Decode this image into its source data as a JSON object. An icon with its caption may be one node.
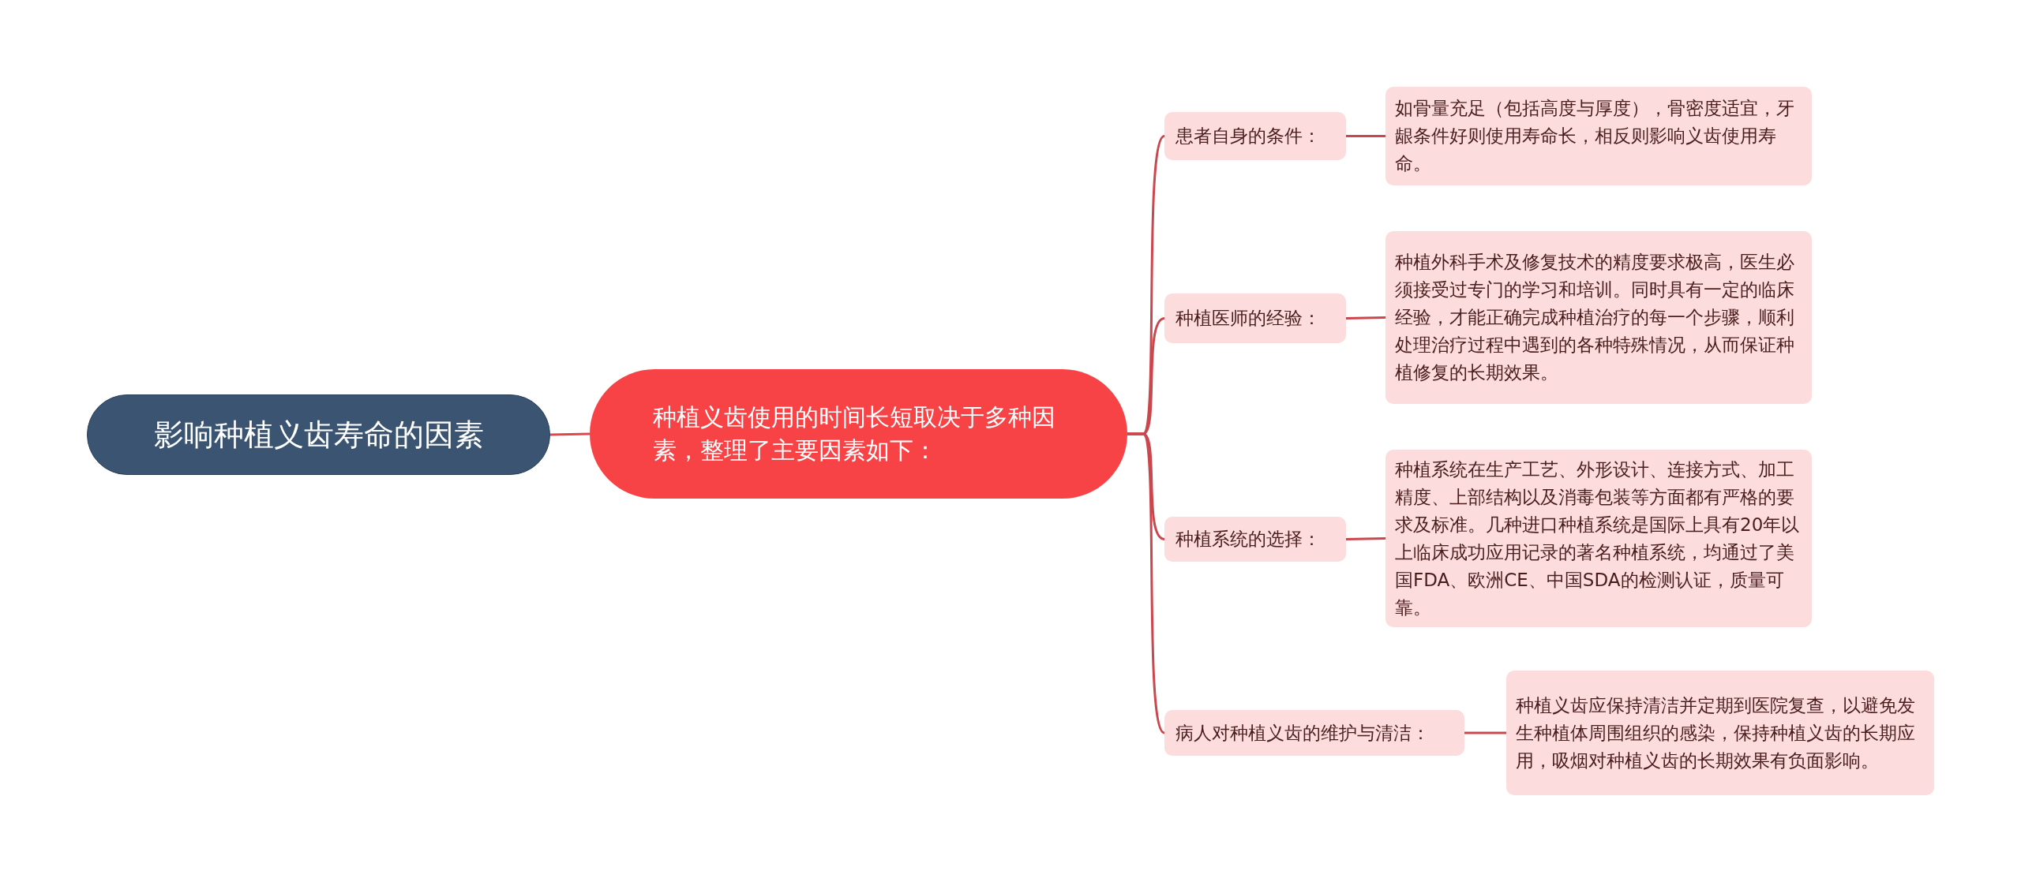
{
  "diagram": {
    "nodes": [
      {
        "text": [
          "影响种植义齿寿命的因素"
        ]
      },
      {
        "text": [
          "种植义齿使用的时间长短取决于多种因素，整理了主要因素如下："
        ]
      },
      {
        "text": [
          "患者自身的条件："
        ]
      },
      {
        "text": [
          "如骨量充足（包括高度与厚度），骨密度适宜，牙龈条件好则使用寿命长，相反则影响义齿使用寿命。"
        ]
      },
      {
        "text": [
          "种植医师的经验："
        ]
      },
      {
        "text": [
          "种植外科手术及修复技术的精度要求极高，医生必须接受过专门的学习和培训。同时具有一定的临床经验，才能正确完成种植治疗的每一个步骤，顺利处理治疗过程中遇到的各种特殊情况，从而保证种植修复的长期效果。"
        ]
      },
      {
        "text": [
          "种植系统的选择："
        ]
      },
      {
        "text": [
          "种植系统在生产工艺、外形设计、连接方式、加工精度、上部结构以及消毒包装等方面都有严格的要求及标准。几种进口种植系统是国际上具有20年以上临床成功应用记录的著名种植系统，均通过了美国FDA、欧洲CE、中国SDA的检测认证，质量可靠。"
        ]
      },
      {
        "text": [
          "病人对种植义齿的维护与清洁："
        ]
      },
      {
        "text": [
          "种植义齿应保持清洁并定期到医院复查，以避免发生种植体周围组织的感染，保持种植义齿的长期应用，吸烟对种植义齿的长期效果有负面影响。"
        ]
      }
    ],
    "edges": [
      {
        "from": 0,
        "to": 1,
        "arrow": "none"
      },
      {
        "from": 1,
        "to": 2,
        "arrow": "none"
      },
      {
        "from": 1,
        "to": 4,
        "arrow": "none"
      },
      {
        "from": 1,
        "to": 6,
        "arrow": "none"
      },
      {
        "from": 1,
        "to": 8,
        "arrow": "none"
      },
      {
        "from": 2,
        "to": 3,
        "arrow": "none"
      },
      {
        "from": 4,
        "to": 5,
        "arrow": "none"
      },
      {
        "from": 6,
        "to": 7,
        "arrow": "none"
      },
      {
        "from": 8,
        "to": 9,
        "arrow": "none"
      }
    ]
  }
}
